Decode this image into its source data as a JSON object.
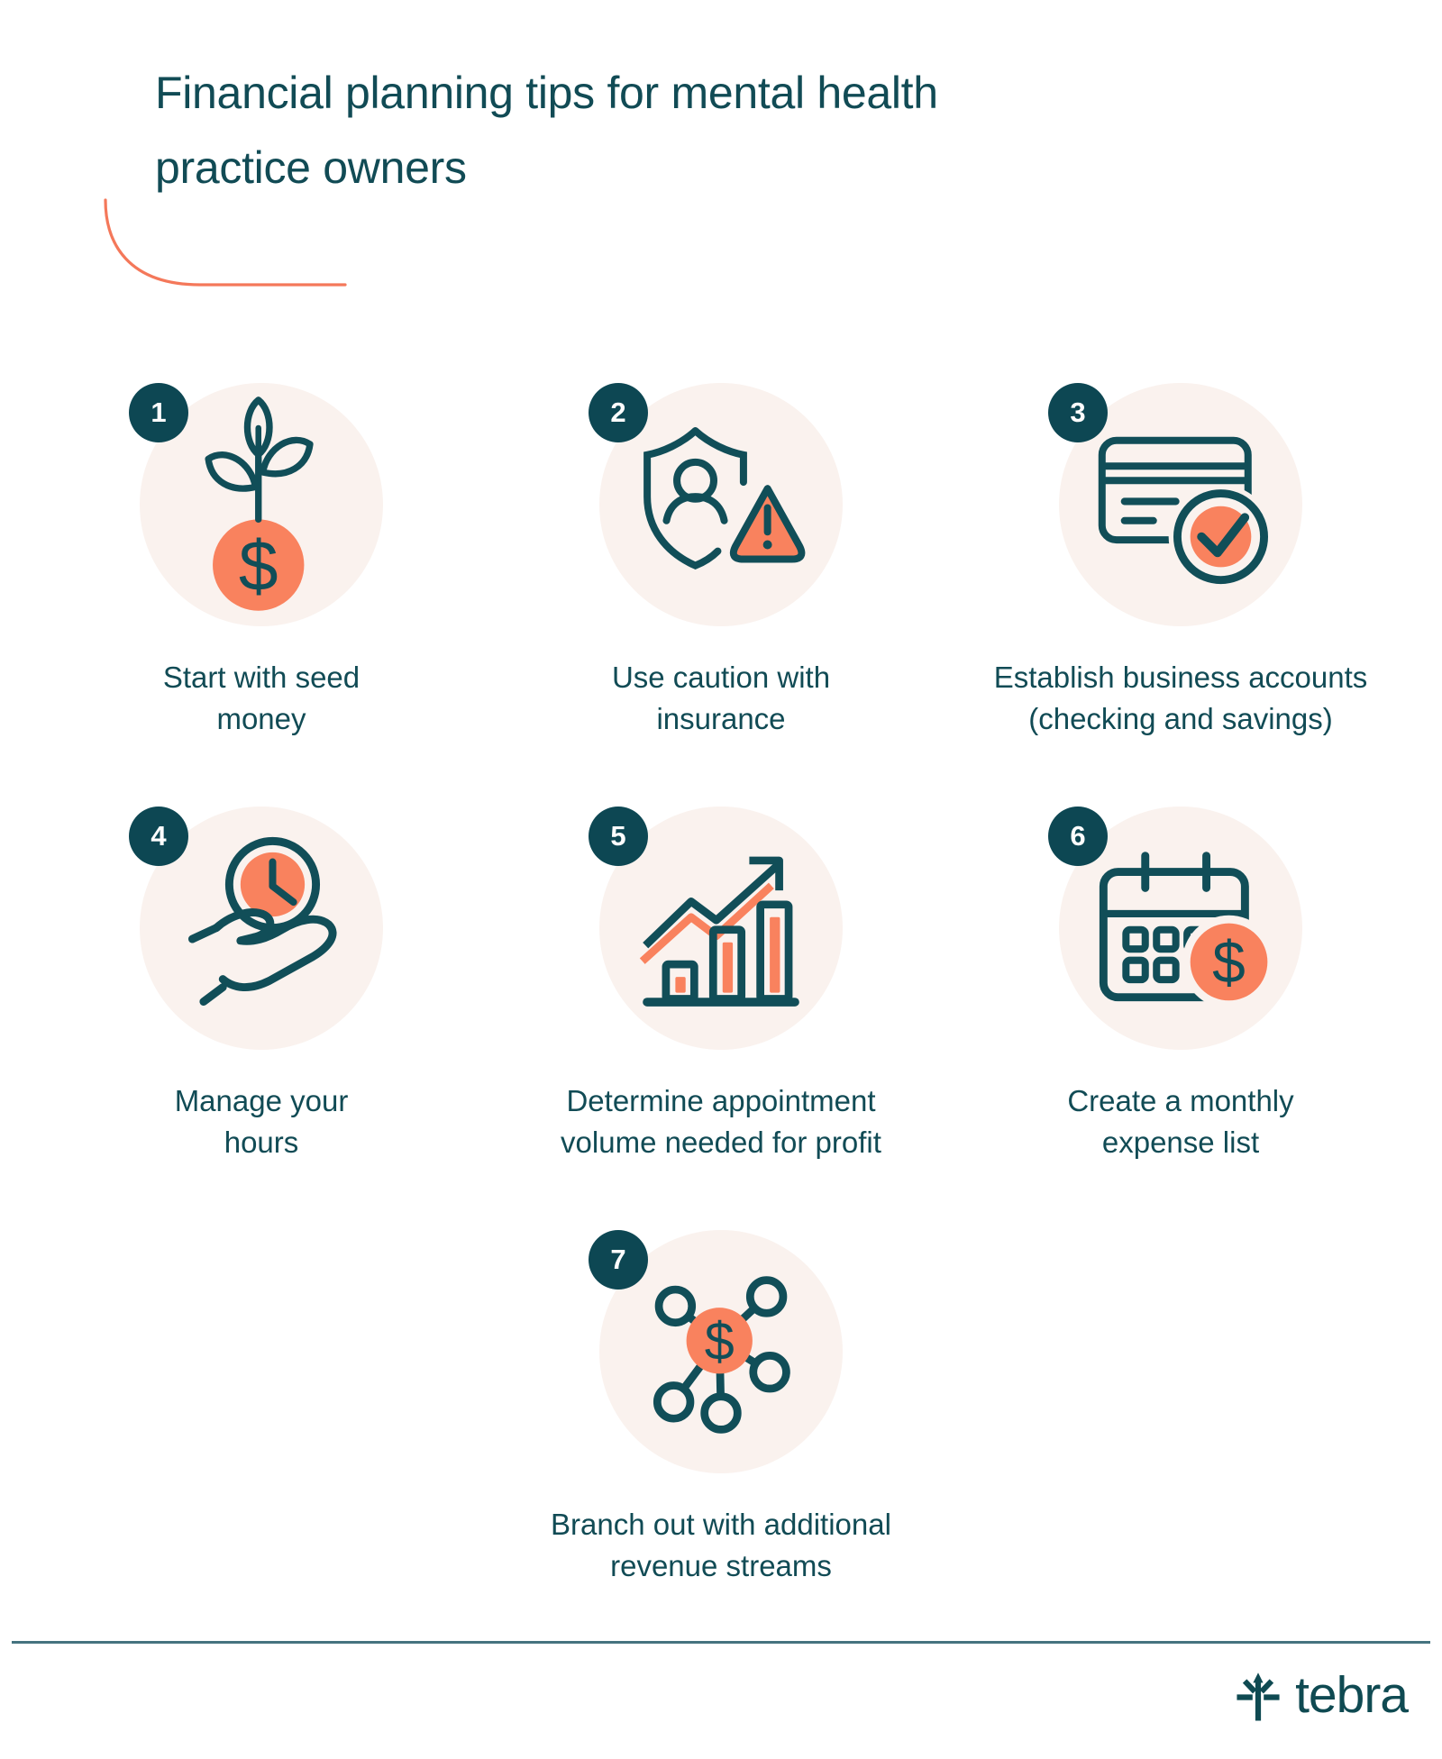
{
  "title": {
    "line1": "Financial planning tips for mental health",
    "line2": "practice owners"
  },
  "colors": {
    "teal_text": "#114b55",
    "teal_icon": "#114e58",
    "badge_bg": "#0d4753",
    "orange": "#f9825e",
    "circle_bg": "#faf2ee",
    "swoosh": "#f4785a",
    "divider": "#45737f"
  },
  "glyphs": {
    "dollar": "$"
  },
  "items": [
    {
      "number": "1",
      "caption_line1": "Start with seed",
      "caption_line2": "money",
      "icon": "seed-money-icon"
    },
    {
      "number": "2",
      "caption_line1": "Use caution with",
      "caption_line2": "insurance",
      "icon": "insurance-caution-icon"
    },
    {
      "number": "3",
      "caption_line1": "Establish business accounts",
      "caption_line2": "(checking and savings)",
      "icon": "business-accounts-icon"
    },
    {
      "number": "4",
      "caption_line1": "Manage your",
      "caption_line2": "hours",
      "icon": "manage-hours-icon"
    },
    {
      "number": "5",
      "caption_line1": "Determine appointment",
      "caption_line2": "volume needed for profit",
      "icon": "appointment-volume-icon"
    },
    {
      "number": "6",
      "caption_line1": "Create a monthly",
      "caption_line2": "expense list",
      "icon": "monthly-expense-icon"
    },
    {
      "number": "7",
      "caption_line1": "Branch out with additional",
      "caption_line2": "revenue streams",
      "icon": "revenue-streams-icon"
    }
  ],
  "footer": {
    "logo_text": "tebra"
  }
}
